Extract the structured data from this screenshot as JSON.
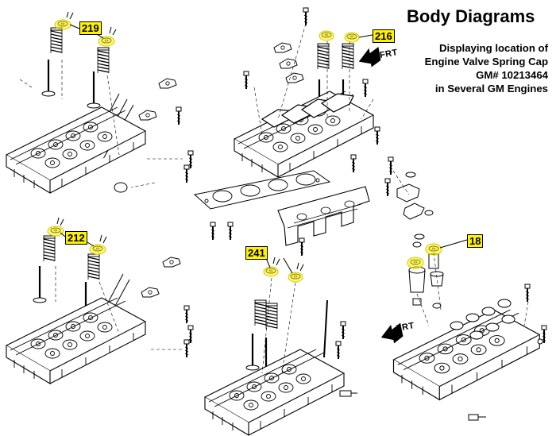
{
  "header": {
    "title": "Body Diagrams",
    "lines": [
      "Displaying location of",
      "Engine Valve Spring Cap",
      "GM# 10213464",
      "in Several GM Engines"
    ]
  },
  "callouts": [
    "219",
    "216",
    "212",
    "241",
    "18"
  ],
  "front_labels": [
    "FRT",
    "FRT"
  ],
  "colors": {
    "highlight": "#fff200",
    "line": "#000000",
    "background": "#ffffff"
  }
}
